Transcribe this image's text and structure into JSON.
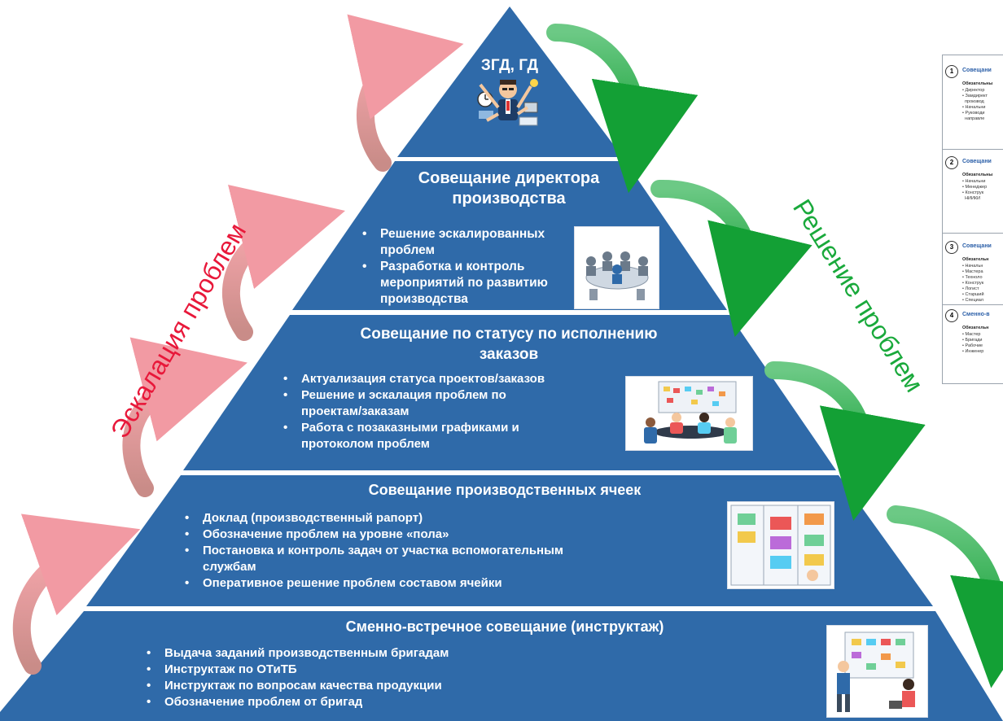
{
  "pyramid": {
    "apex": {
      "title": "ЗГД, ГД",
      "icon": "multitasking-manager-icon"
    },
    "tiers": [
      {
        "title_line1": "Совещание директора",
        "title_line2": "производства",
        "bullets": [
          "Решение эскалированных",
          "проблем",
          "Разработка и контроль",
          "мероприятий по развитию",
          "производства"
        ],
        "icon": "meeting-table-icon"
      },
      {
        "title_line1": "Совещание по статусу по исполнению",
        "title_line2": "заказов",
        "bullets": [
          "Актуализация статуса проектов/заказов",
          "Решение и эскалация проблем по",
          "проектам/заказам",
          "Работа с позаказными графиками и",
          "протоколом проблем"
        ],
        "icon": "team-board-meeting-icon"
      },
      {
        "title_line1": "Совещание производственных ячеек",
        "bullets": [
          "Доклад (производственный рапорт)",
          "Обозначение проблем на уровне «пола»",
          "Постановка и контроль задач от участка вспомогательным",
          "службам",
          "Оперативное решение проблем составом ячейки"
        ],
        "icon": "kanban-board-icon"
      },
      {
        "title_line1": "Сменно-встречное совещание (инструктаж)",
        "bullets": [
          "Выдача заданий производственным бригадам",
          "Инструктаж по ОТиТБ",
          "Инструктаж по вопросам качества продукции",
          "Обозначение проблем от бригад"
        ],
        "icon": "planning-board-icon"
      }
    ]
  },
  "left_label": "Эскалация проблем",
  "right_label": "Решение проблем",
  "colors": {
    "tier": "#2f6aa9",
    "gap": "#ffffff",
    "escalation": "#e8183a",
    "solution": "#19a93b"
  },
  "side_panel": {
    "sections": [
      {
        "num": "1",
        "head": "Совещани",
        "sub": "Обязательны",
        "items": [
          "Директор",
          "Замдирект",
          "производ",
          "Начальни",
          "Руководи",
          "направле"
        ]
      },
      {
        "num": "2",
        "head": "Совещани",
        "sub": "Обязательны",
        "items": [
          "Начальни",
          "Менеджер",
          "Конструк",
          "НИИКИ"
        ]
      },
      {
        "num": "3",
        "head": "Совещани",
        "sub": "Обязательн",
        "items": [
          "Начальн",
          "Мастера",
          "Техноло",
          "Конструк",
          "Логист",
          "Старший",
          "Специал"
        ]
      },
      {
        "num": "4",
        "head": "Сменно-в",
        "sub": "Обязательн",
        "items": [
          "Мастер",
          "Бригади",
          "Рабочие",
          "Инженер"
        ]
      }
    ]
  }
}
